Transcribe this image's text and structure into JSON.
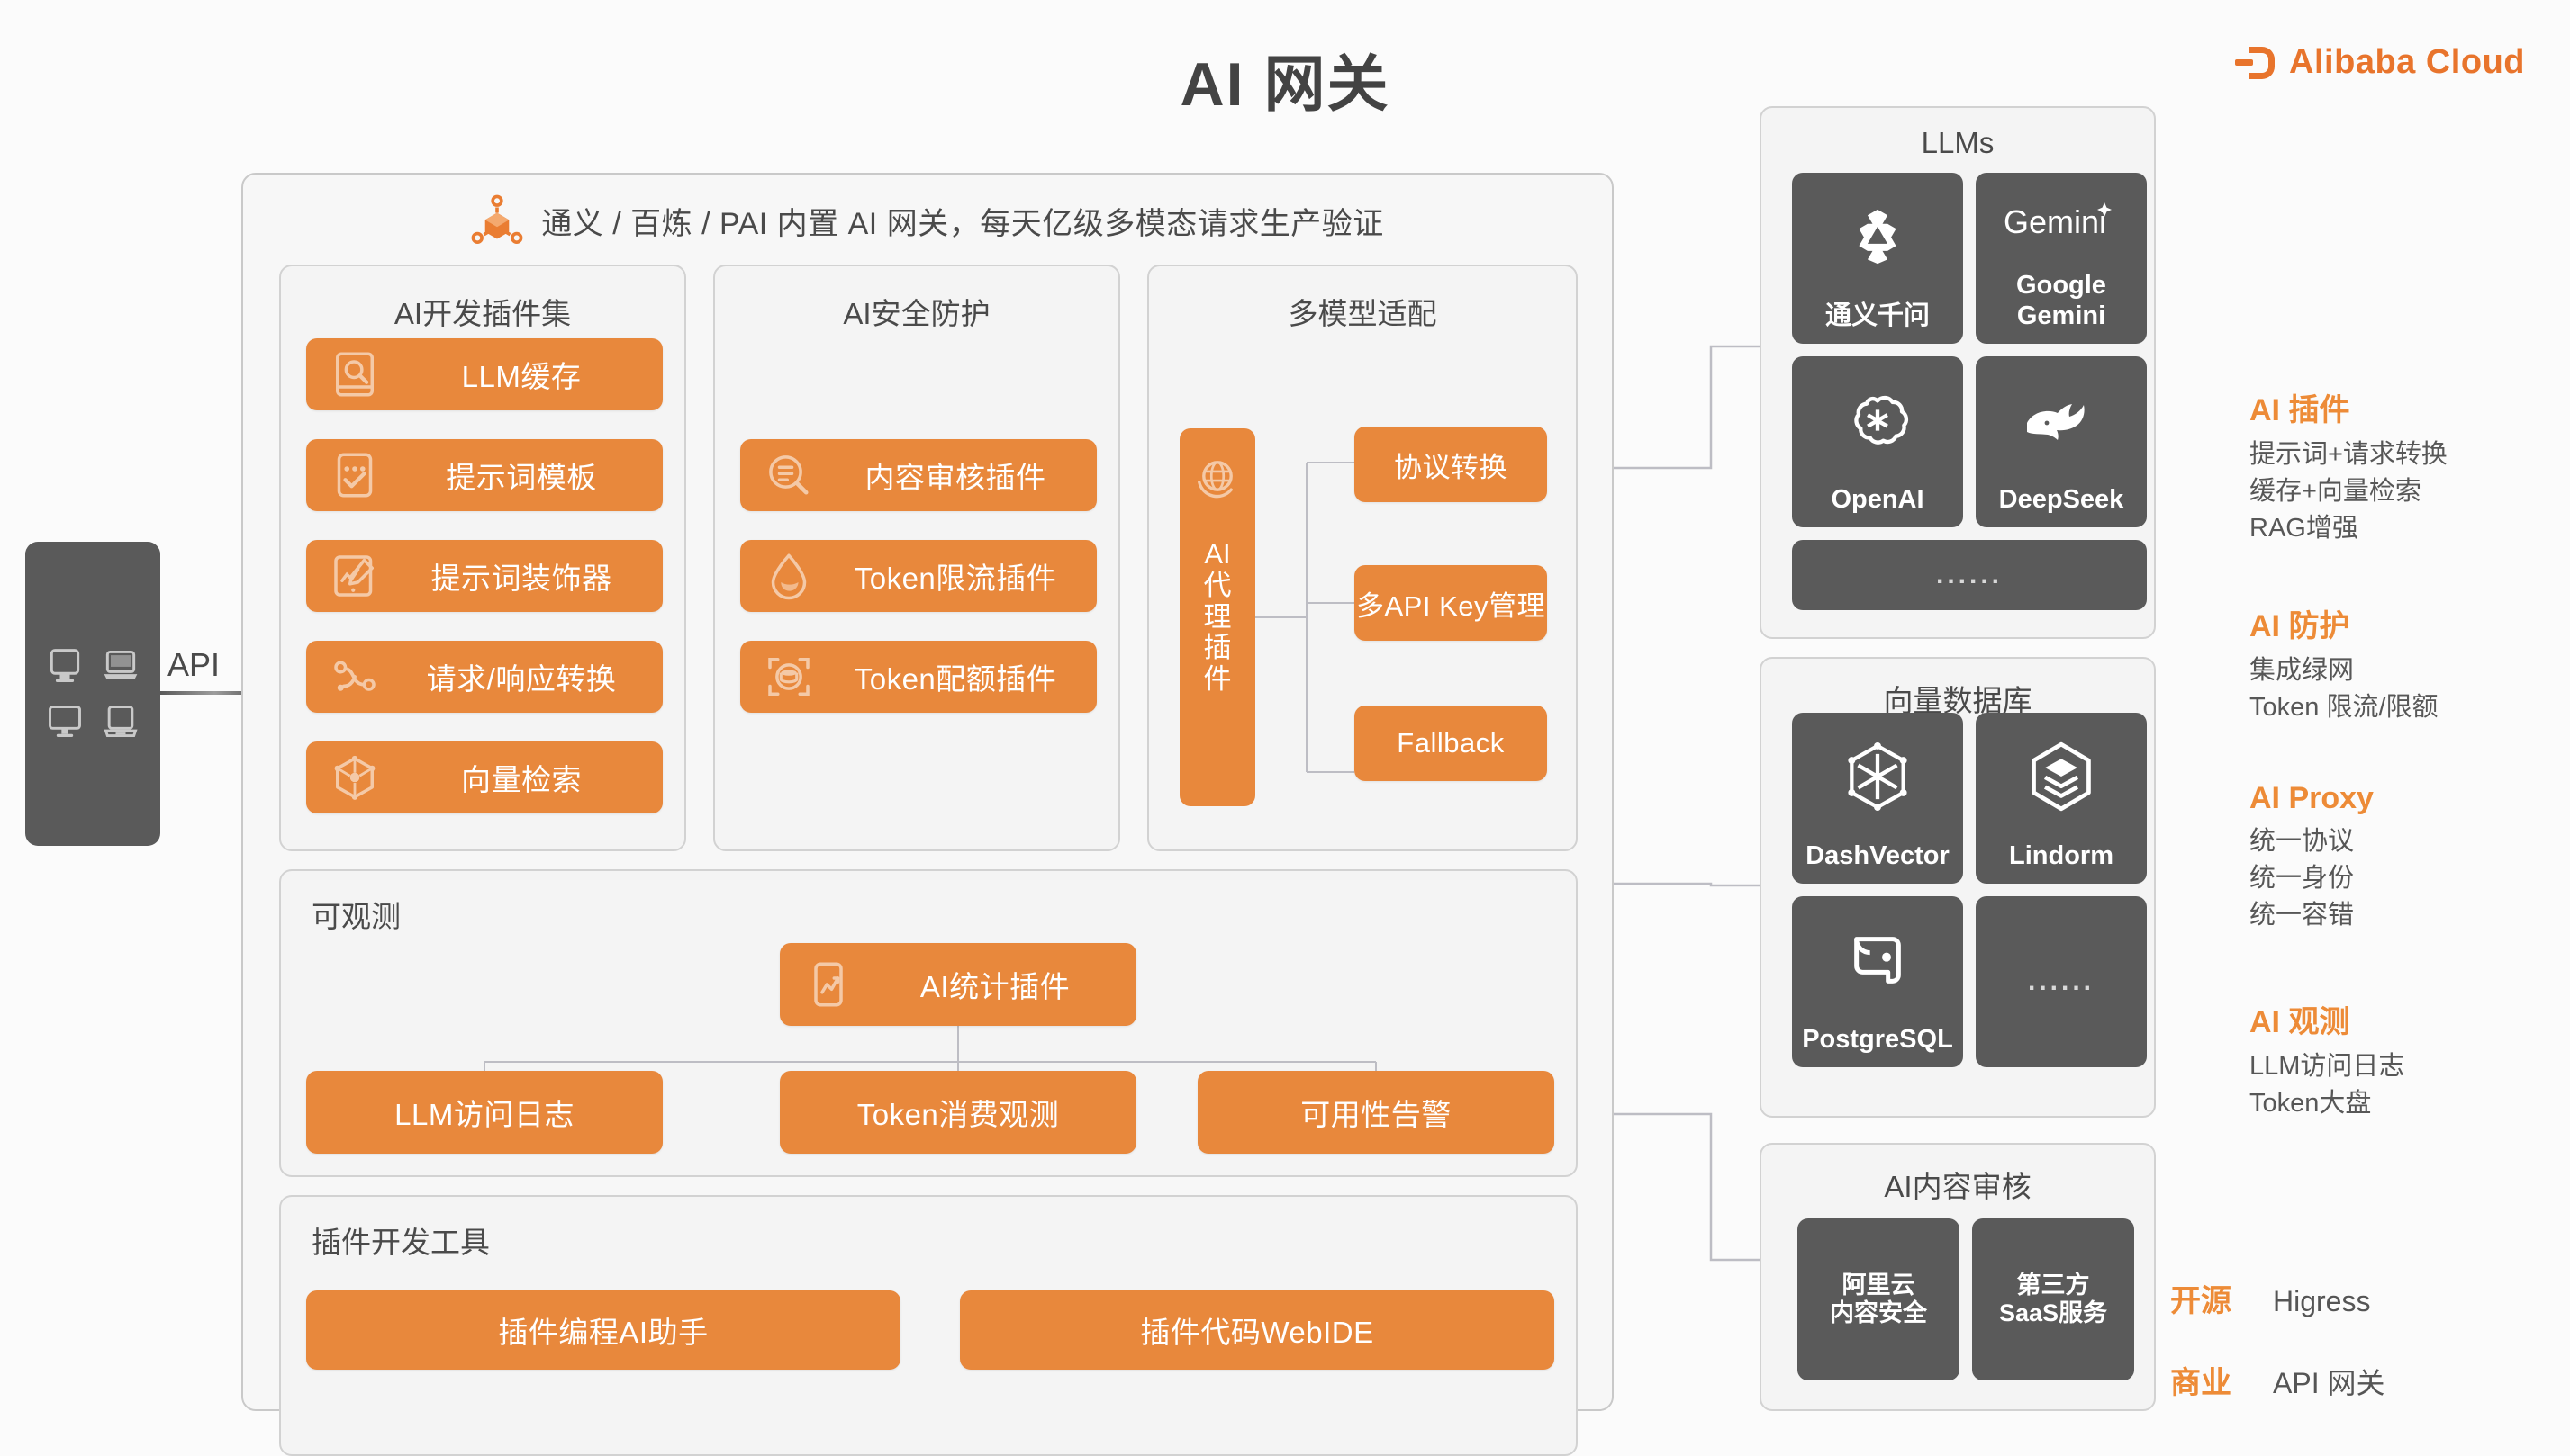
{
  "header": {
    "title": "AI 网关",
    "brand": "Alibaba Cloud",
    "brand_color": "#e8742c"
  },
  "client": {
    "api_label": "API",
    "device_icons": [
      "monitor-icon",
      "laptop-icon",
      "monitor-icon",
      "laptop-icon"
    ]
  },
  "gateway": {
    "banner_text": "通义 / 百炼 / PAI 内置 AI 网关，每天亿级多模态请求生产验证",
    "banner_icon": "cube-network-icon",
    "panels": {
      "plugins": {
        "title": "AI开发插件集",
        "items": [
          {
            "label": "LLM缓存",
            "icon": "book-search-icon"
          },
          {
            "label": "提示词模板",
            "icon": "note-check-icon"
          },
          {
            "label": "提示词装饰器",
            "icon": "tablet-pen-icon"
          },
          {
            "label": "请求/响应转换",
            "icon": "transform-icon"
          },
          {
            "label": "向量检索",
            "icon": "cube-vector-icon"
          }
        ]
      },
      "security": {
        "title": "AI安全防护",
        "items": [
          {
            "label": "内容审核插件",
            "icon": "magnifier-list-icon"
          },
          {
            "label": "Token限流插件",
            "icon": "water-drop-icon"
          },
          {
            "label": "Token配额插件",
            "icon": "scan-coins-icon"
          }
        ]
      },
      "multimodel": {
        "title": "多模型适配",
        "proxy_label": "AI 代理插件",
        "proxy_icon": "globe-icon",
        "items": [
          {
            "label": "协议转换"
          },
          {
            "label": "多API Key管理"
          },
          {
            "label": "Fallback"
          }
        ]
      },
      "observe": {
        "title": "可观测",
        "root": {
          "label": "AI统计插件",
          "icon": "chart-phone-icon"
        },
        "items": [
          {
            "label": "LLM访问日志"
          },
          {
            "label": "Token消费观测"
          },
          {
            "label": "可用性告警"
          }
        ]
      },
      "devtools": {
        "title": "插件开发工具",
        "items": [
          {
            "label": "插件编程AI助手"
          },
          {
            "label": "插件代码WebIDE"
          }
        ]
      }
    }
  },
  "right_panels": {
    "llms": {
      "title": "LLMs",
      "tiles": [
        {
          "name": "通义千问",
          "icon": "tongyi-qianwen-logo"
        },
        {
          "name": "Google Gemini",
          "icon": "gemini-logo"
        },
        {
          "name": "OpenAI",
          "icon": "openai-logo"
        },
        {
          "name": "DeepSeek",
          "icon": "deepseek-whale-logo"
        },
        {
          "name": "......",
          "icon": "ellipsis-icon"
        }
      ]
    },
    "vectordb": {
      "title": "向量数据库",
      "tiles": [
        {
          "name": "DashVector",
          "icon": "dashvector-logo"
        },
        {
          "name": "Lindorm",
          "icon": "lindorm-logo"
        },
        {
          "name": "PostgreSQL",
          "icon": "postgresql-logo"
        },
        {
          "name": "......",
          "icon": "ellipsis-icon"
        }
      ]
    },
    "moderation": {
      "title": "AI内容审核",
      "tiles": [
        {
          "name": "阿里云\n内容安全"
        },
        {
          "name": "第三方\nSaaS服务"
        }
      ]
    }
  },
  "notes": [
    {
      "title": "AI 插件",
      "lines": [
        "提示词+请求转换",
        "缓存+向量检索",
        "RAG增强"
      ]
    },
    {
      "title": "AI 防护",
      "lines": [
        "集成绿网",
        "Token 限流/限额"
      ]
    },
    {
      "title": "AI Proxy",
      "lines": [
        "统一协议",
        "统一身份",
        "统一容错"
      ]
    },
    {
      "title": "AI 观测",
      "lines": [
        "LLM访问日志",
        "Token大盘"
      ]
    }
  ],
  "legend": [
    {
      "key": "开源",
      "value": "Higress"
    },
    {
      "key": "商业",
      "value": "API 网关"
    }
  ],
  "colors": {
    "accent_orange": "#e8883c",
    "brand_orange": "#e8742c",
    "tile_gray": "#5a5a5a",
    "panel_bg": "#f4f4f4"
  }
}
